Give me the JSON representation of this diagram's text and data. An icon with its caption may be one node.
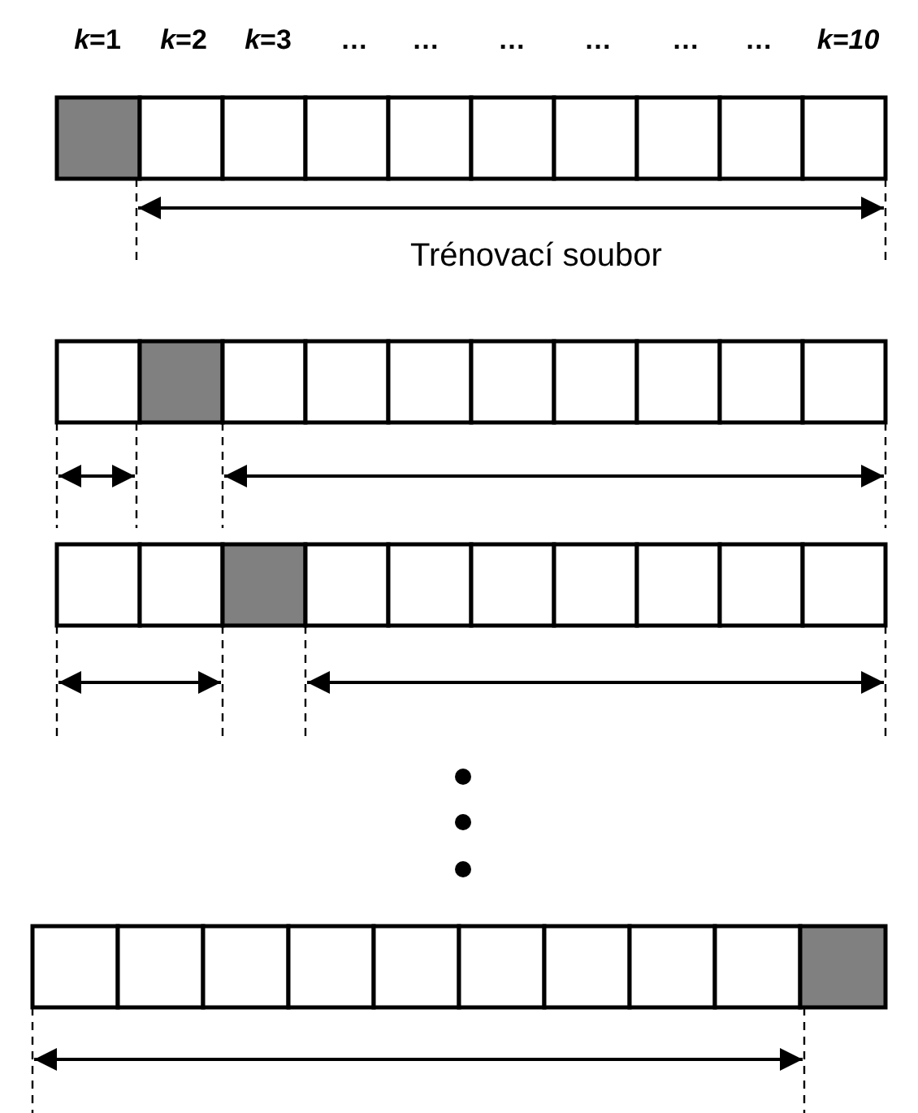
{
  "diagram": {
    "labels": [
      "*k*=1",
      "*k*=2",
      "*k*=3",
      "…",
      "…",
      "…",
      "…",
      "…",
      "…",
      "*k=10*",
      "Trénovací soubor"
    ]
  }
}
